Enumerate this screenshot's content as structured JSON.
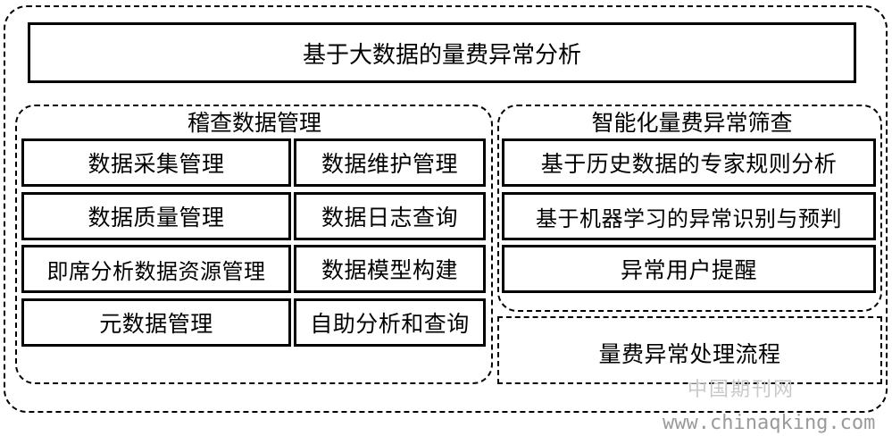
{
  "title": "基于大数据的量费异常分析",
  "left_section": {
    "title": "稽查数据管理",
    "items": [
      "数据采集管理",
      "数据维护管理",
      "数据质量管理",
      "数据日志查询",
      "即席分析数据资源管理",
      "数据模型构建",
      "元数据管理",
      "自助分析和查询"
    ]
  },
  "right_section": {
    "title": "智能化量费异常筛查",
    "items": [
      "基于历史数据的专家规则分析",
      "基于机器学习的异常识别与预判",
      "异常用户提醒"
    ]
  },
  "process_box": "量费异常处理流程",
  "watermark": {
    "cn": "中国期刊网",
    "url": "www.chinaqking.com"
  }
}
